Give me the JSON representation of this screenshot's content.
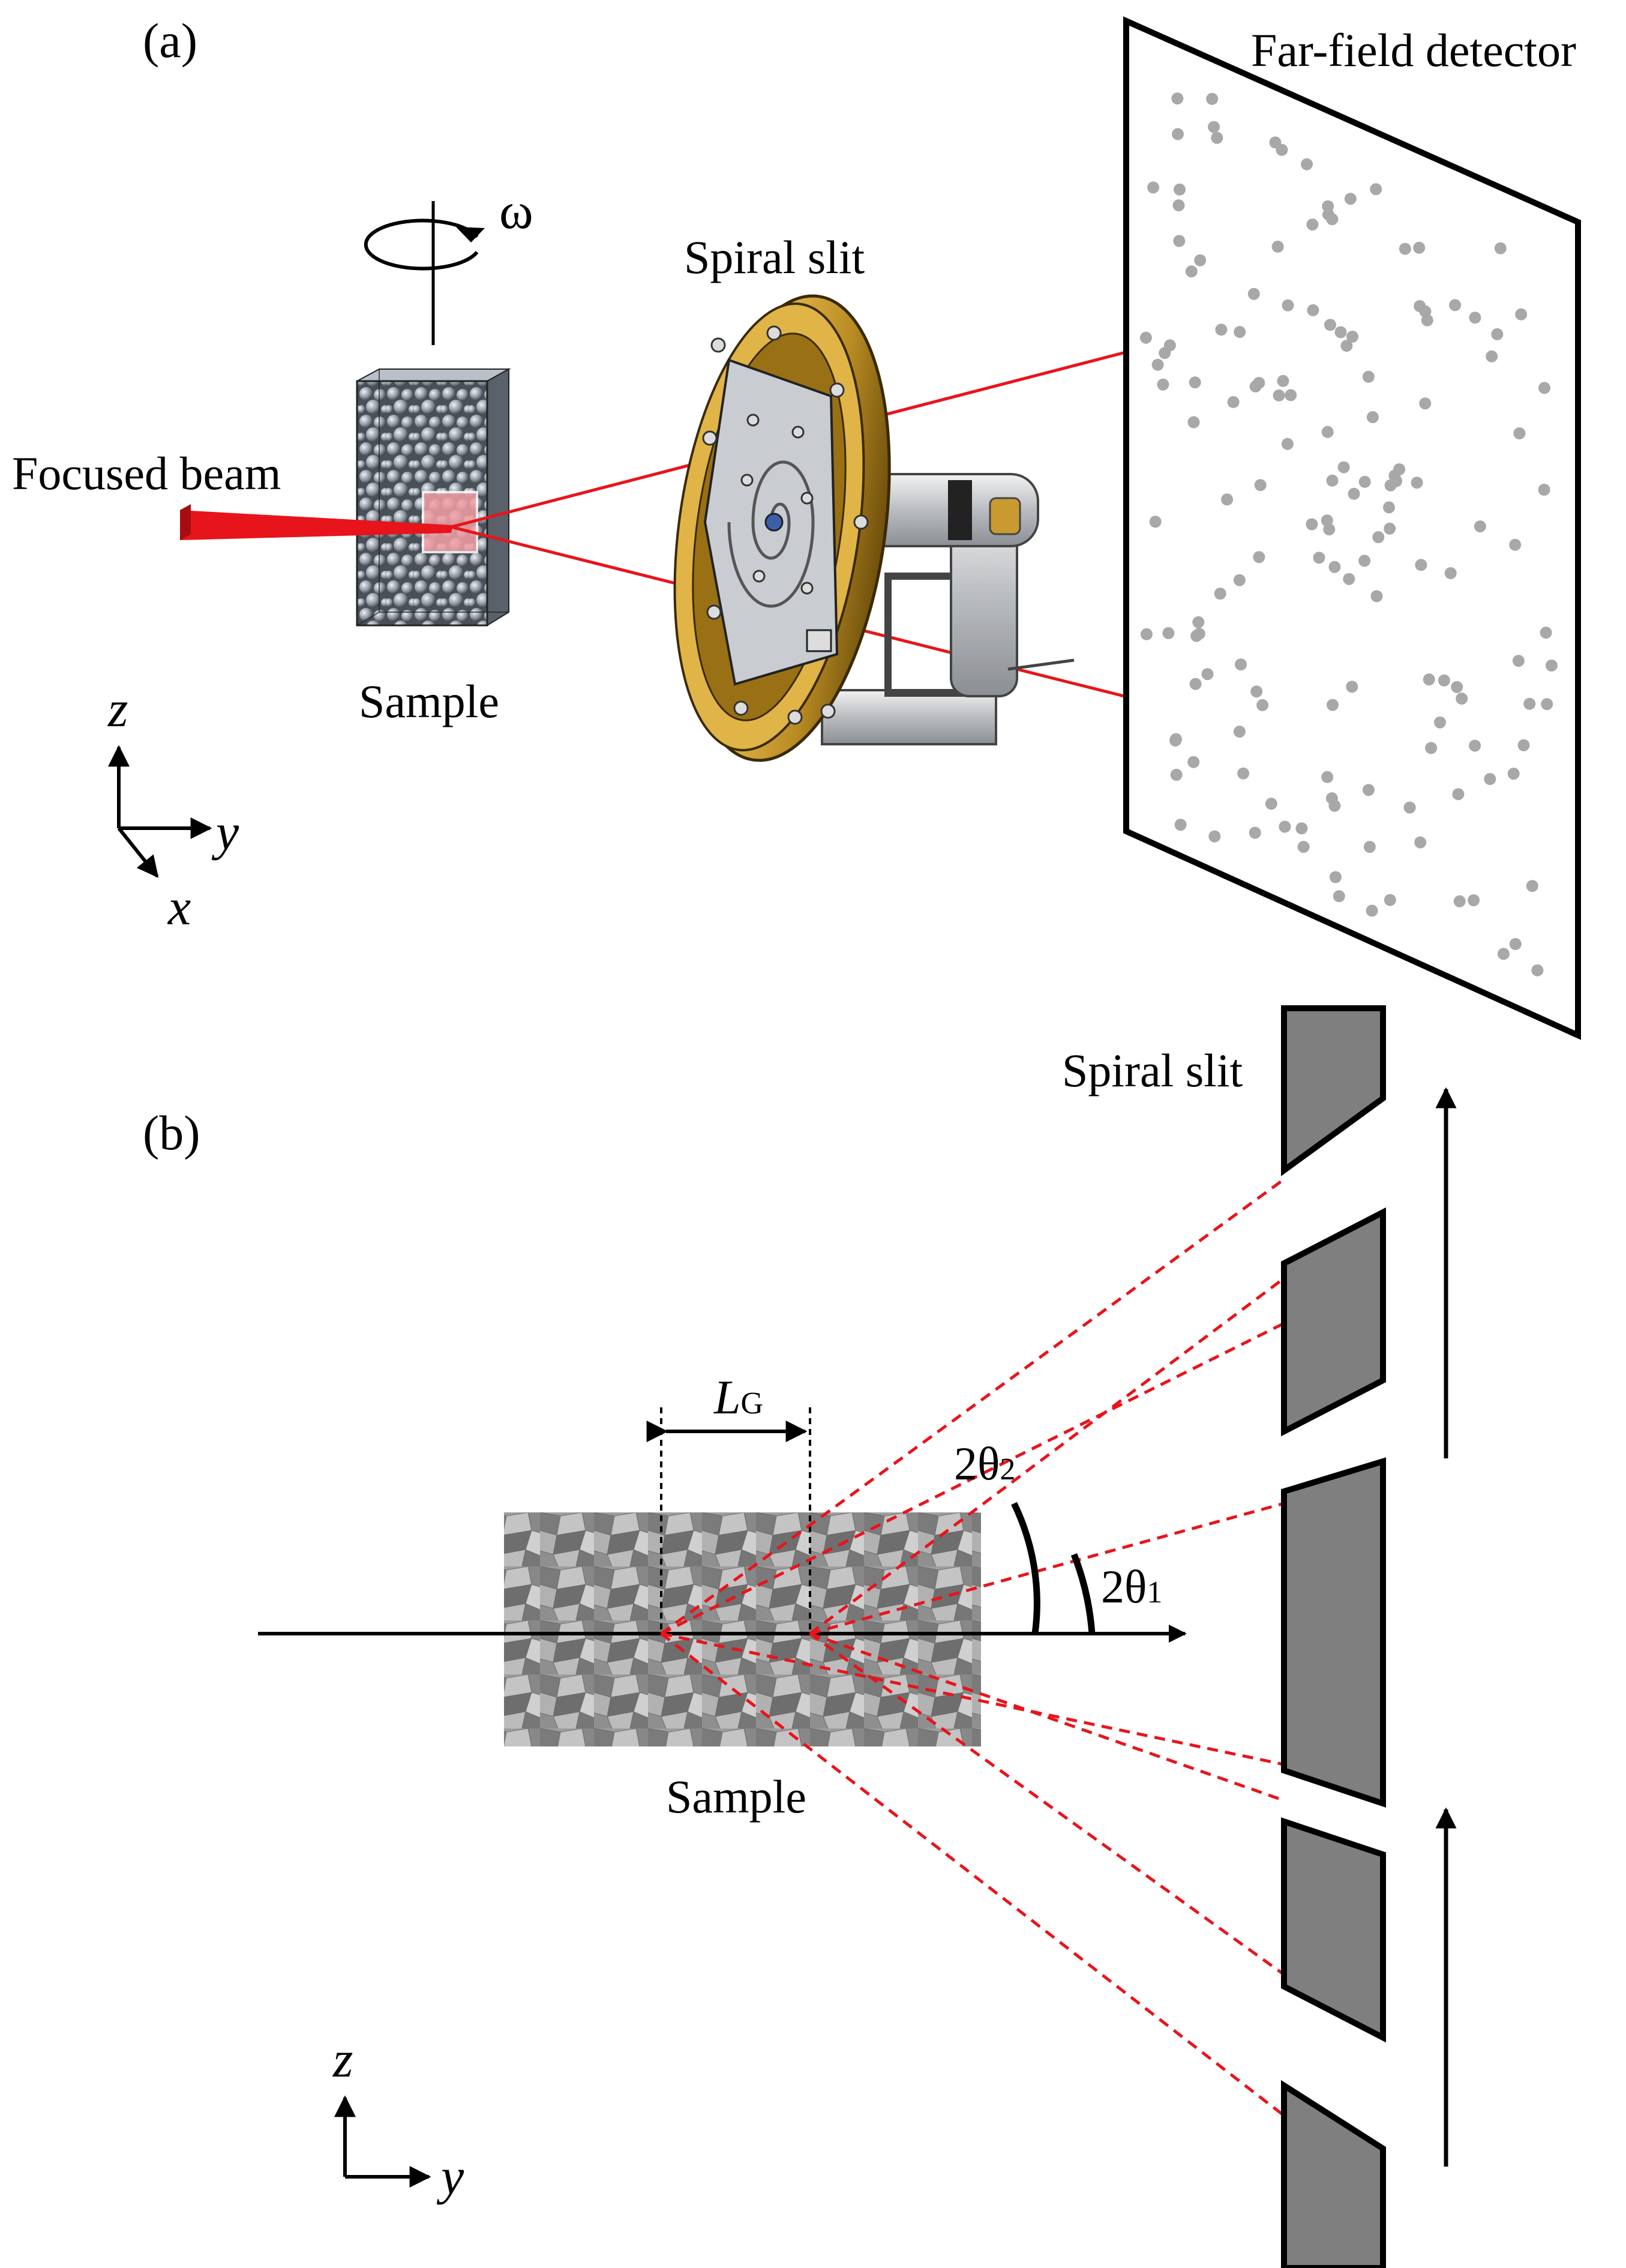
{
  "panels": {
    "a": {
      "label": "(a)",
      "beam_label": "Focused beam",
      "sample_label": "Sample",
      "slit_label": "Spiral slit",
      "detector_label": "Far-field detector",
      "rotation_symbol": "ω",
      "axes": {
        "z": "z",
        "y": "y",
        "x": "x"
      }
    },
    "b": {
      "label": "(b)",
      "slit_label": "Spiral slit",
      "sample_label": "Sample",
      "gauge_length": {
        "symbol": "L",
        "subscript": "G"
      },
      "angle_1": "2θ",
      "angle_1_sub": "1",
      "angle_2": "2θ",
      "angle_2_sub": "2",
      "axes": {
        "z": "z",
        "y": "y"
      }
    }
  },
  "colors": {
    "beam": "#e8141b",
    "slit_gold": "#c8961e",
    "slit_plate": "#c9cdd2",
    "slit_block": "#7f7f7f",
    "spots": "#a8a8a8",
    "grain_dark": "#6f6f6f",
    "grain_light": "#d2d2d2"
  },
  "icons": {
    "rotation": "rotation-arrow-icon",
    "spiral_slit_device": "spiral-slit-device-icon",
    "grains": "grain-structure-icon"
  }
}
